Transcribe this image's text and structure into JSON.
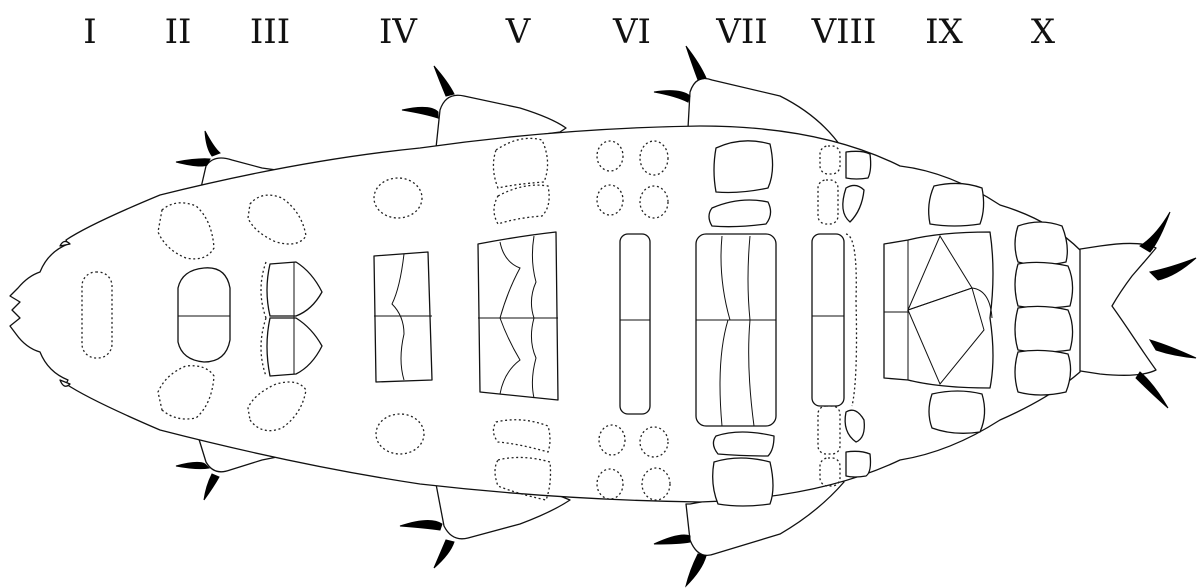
{
  "diagram": {
    "segment_labels": [
      "I",
      "II",
      "III",
      "IV",
      "V",
      "VI",
      "VII",
      "VIII",
      "IX",
      "X"
    ]
  }
}
